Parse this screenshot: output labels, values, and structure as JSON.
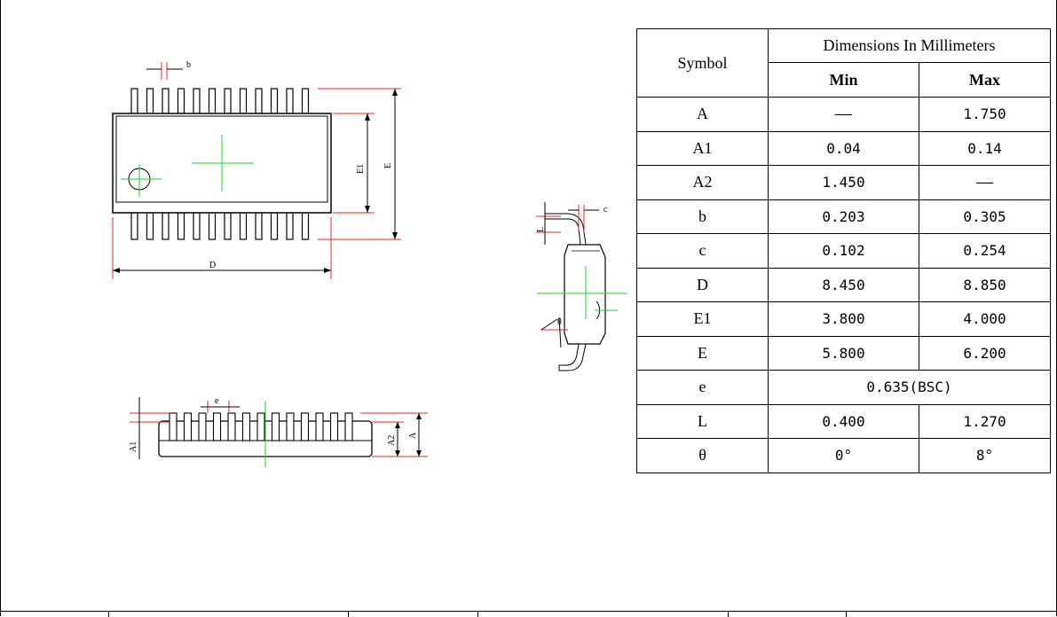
{
  "drawing": {
    "top_view": {
      "dim_b": "b",
      "dim_D": "D",
      "dim_E1": "E1",
      "dim_E": "E"
    },
    "side_view": {
      "dim_c": "c",
      "dim_L": "L",
      "dim_theta": "θ"
    },
    "front_view": {
      "dim_e": "e",
      "dim_A1": "A1",
      "dim_A2": "A2",
      "dim_A": "A"
    }
  },
  "table": {
    "symbol_header": "Symbol",
    "group_header": "Dimensions In Millimeters",
    "min_header": "Min",
    "max_header": "Max",
    "rows": [
      {
        "symbol": "A",
        "min": "——",
        "max": "1.750"
      },
      {
        "symbol": "A1",
        "min": "0.04",
        "max": "0.14"
      },
      {
        "symbol": "A2",
        "min": "1.450",
        "max": "——"
      },
      {
        "symbol": "b",
        "min": "0.203",
        "max": "0.305"
      },
      {
        "symbol": "c",
        "min": "0.102",
        "max": "0.254"
      },
      {
        "symbol": "D",
        "min": "8.450",
        "max": "8.850"
      },
      {
        "symbol": "E1",
        "min": "3.800",
        "max": "4.000"
      },
      {
        "symbol": "E",
        "min": "5.800",
        "max": "6.200"
      },
      {
        "symbol": "e",
        "span": "0.635(BSC)"
      },
      {
        "symbol": "L",
        "min": "0.400",
        "max": "1.270"
      },
      {
        "symbol": "θ",
        "min": "0°",
        "max": "8°"
      }
    ]
  }
}
